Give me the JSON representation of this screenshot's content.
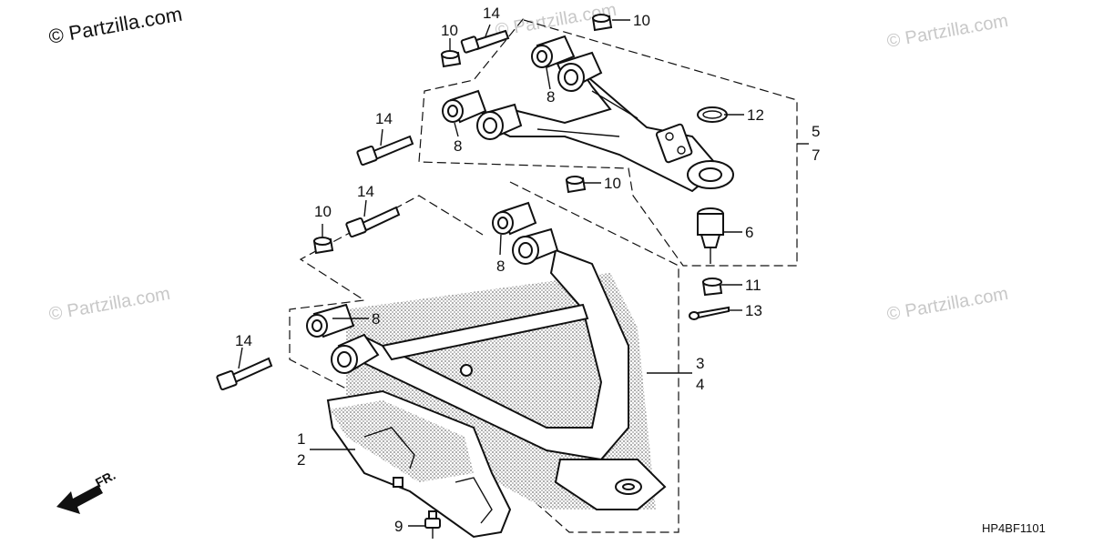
{
  "watermarks": {
    "top_left": "© Partzilla.com",
    "repeat": "© Partzilla.com"
  },
  "callouts": {
    "c14a": "14",
    "c10a": "10",
    "c10b": "10",
    "c14b": "14",
    "c8a": "8",
    "c8b": "8",
    "c12": "12",
    "c5": "5",
    "c7": "7",
    "c14c": "14",
    "c10c": "10",
    "c10d": "10",
    "c6": "6",
    "c8c": "8",
    "c11": "11",
    "c8d": "8",
    "c13": "13",
    "c14d": "14",
    "c3": "3",
    "c4": "4",
    "c1": "1",
    "c2": "2",
    "c9": "9"
  },
  "front_arrow": {
    "label": "FR."
  },
  "diagram_code": "HP4BF1101"
}
